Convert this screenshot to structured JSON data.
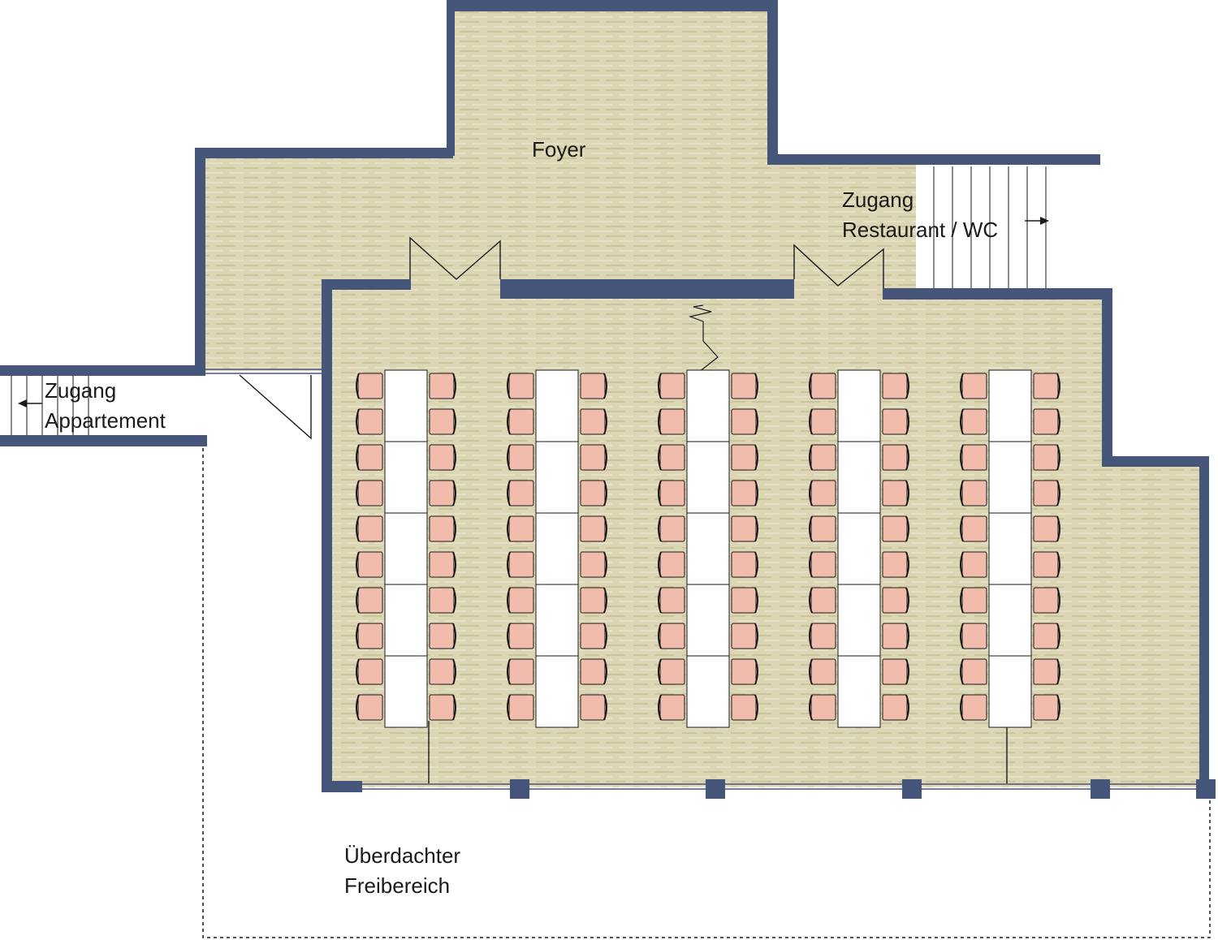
{
  "labels": {
    "foyer": "Foyer",
    "restaurant_line1": "Zugang",
    "restaurant_line2": "Restaurant / WC",
    "appartement_line1": "Zugang",
    "appartement_line2": "Appartement",
    "covered_line1": "Überdachter",
    "covered_line2": "Freibereich"
  },
  "colors": {
    "wall": "#46557a",
    "floor": "#dcd6b4",
    "chair": "#f2bcad",
    "table": "#ffffff"
  },
  "seating": {
    "table_rows": 5,
    "tables_per_row": 5,
    "chairs_per_side": 10
  }
}
